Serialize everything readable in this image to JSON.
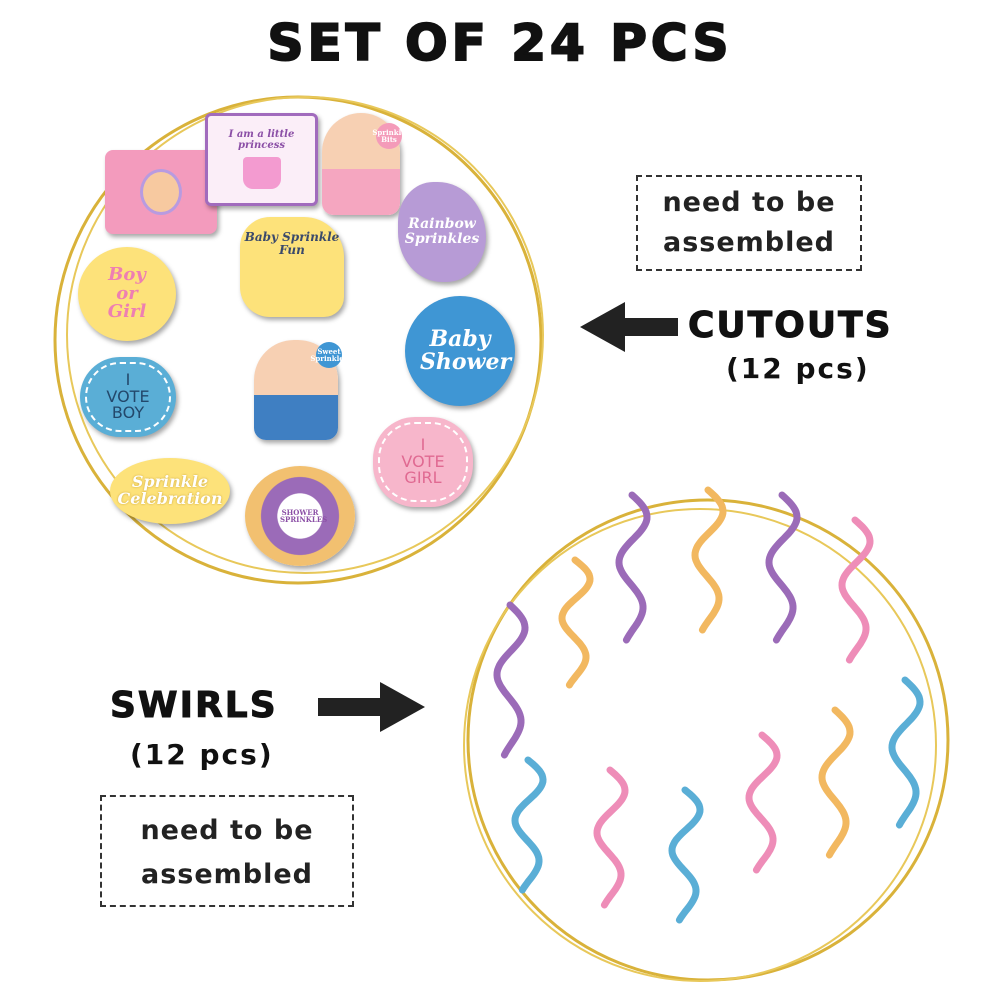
{
  "title": "SET OF 24 PCS",
  "cutouts_section": {
    "label": "CUTOUTS",
    "count": "(12 pcs)",
    "note_line1": "need to be",
    "note_line2": "assembled"
  },
  "swirls_section": {
    "label": "SWIRLS",
    "count": "(12 pcs)",
    "note_line1": "need to be",
    "note_line2": "assembled"
  },
  "cutouts": [
    {
      "text": "",
      "kind": "pink-stroller-baby"
    },
    {
      "text": "I am a little princess",
      "kind": "princess-cupcake-card"
    },
    {
      "text": "Sprinkle Bits",
      "kind": "girl-cupcake"
    },
    {
      "text": "Rainbow Sprinkles",
      "kind": "purple-splash"
    },
    {
      "text": "Baby Sprinkle Fun",
      "kind": "yellow-card"
    },
    {
      "text": "Boy or Girl",
      "kind": "yellow-circle"
    },
    {
      "text": "Baby Shower",
      "kind": "blue-circle"
    },
    {
      "text": "Sweet Sprinkles",
      "kind": "boy-cupcake"
    },
    {
      "text": "I VOTE BOY",
      "kind": "blue-cloud"
    },
    {
      "text": "I VOTE GIRL",
      "kind": "pink-cloud"
    },
    {
      "text": "Sprinkle Celebration",
      "kind": "yellow-oval"
    },
    {
      "text": "SHOWER SPRINKLES",
      "kind": "donut"
    }
  ],
  "swirl_colors": [
    "#9b6bb8",
    "#f2b860",
    "#9b6bb8",
    "#f2b860",
    "#9b6bb8",
    "#ee8db8",
    "#5aaed6",
    "#ee8db8",
    "#5aaed6",
    "#ee8db8",
    "#f2b860",
    "#5aaed6"
  ],
  "colors": {
    "gold": "#d9b23a",
    "pink": "#f39bbd",
    "yellow": "#fde27a",
    "blue": "#3f96d4",
    "purple": "#b79bd6"
  }
}
